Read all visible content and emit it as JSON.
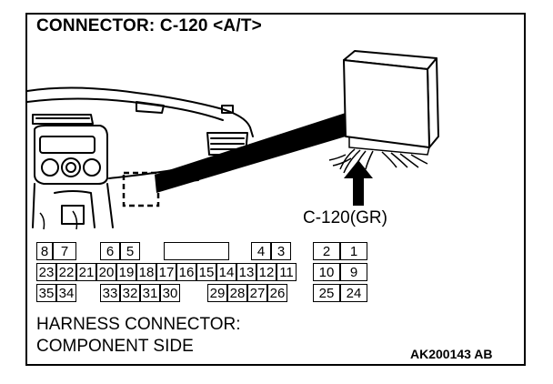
{
  "title": "CONNECTOR: C-120 <A/T>",
  "callout_label": "C-120(GR)",
  "connector": {
    "row1": [
      "8",
      "7",
      "",
      "6",
      "5",
      "",
      "",
      "",
      "",
      "4",
      "3",
      "",
      "2",
      "1"
    ],
    "row2": [
      "23",
      "22",
      "21",
      "20",
      "19",
      "18",
      "17",
      "16",
      "15",
      "14",
      "13",
      "12",
      "11",
      "10",
      "9"
    ],
    "row3": [
      "35",
      "34",
      "",
      "33",
      "32",
      "31",
      "30",
      "",
      "29",
      "28",
      "27",
      "26",
      "",
      "25",
      "24"
    ]
  },
  "harness_line1": "HARNESS CONNECTOR:",
  "harness_line2": "COMPONENT SIDE",
  "figure_code": "AK200143 AB"
}
